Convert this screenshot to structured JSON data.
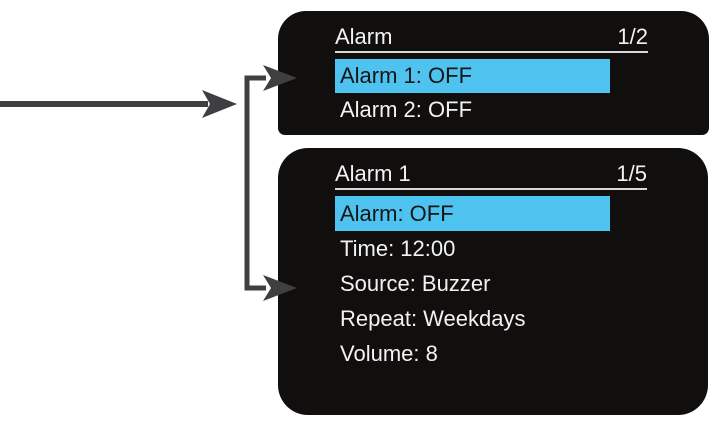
{
  "diagram": {
    "type": "device-menu-flow",
    "arrow_color": "#3f3f41"
  },
  "colors": {
    "page_bg": "#ffffff",
    "screen_bg": "#110e0e",
    "screen_text": "#f2f2f2",
    "divider": "#d8d8d8",
    "highlight_bg": "#4fc3f0",
    "highlight_text": "#161616"
  },
  "screens": [
    {
      "name": "alarm-list",
      "title": "Alarm",
      "page_indicator": "1/2",
      "items": [
        {
          "label": "Alarm 1: OFF",
          "highlighted": true
        },
        {
          "label": "Alarm 2: OFF",
          "highlighted": false
        }
      ]
    },
    {
      "name": "alarm-1-settings",
      "title": "Alarm 1",
      "page_indicator": "1/5",
      "items": [
        {
          "label": "Alarm: OFF",
          "highlighted": true
        },
        {
          "label": "Time: 12:00",
          "highlighted": false
        },
        {
          "label": "Source: Buzzer",
          "highlighted": false
        },
        {
          "label": "Repeat: Weekdays",
          "highlighted": false
        },
        {
          "label": "Volume: 8",
          "highlighted": false
        }
      ]
    }
  ]
}
